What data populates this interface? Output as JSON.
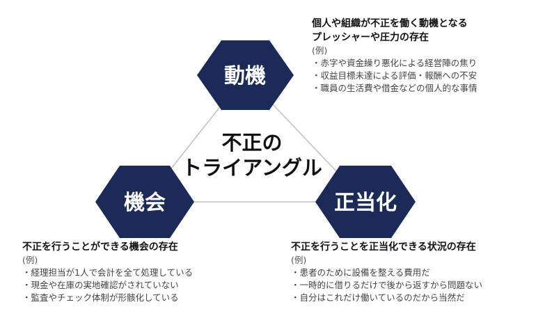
{
  "colors": {
    "hexagon_fill": "#1b2a56",
    "triangle_stroke": "#c0c0c0"
  },
  "center": {
    "line1": "不正の",
    "line2": "トライアングル"
  },
  "hexagons": {
    "motive": "動機",
    "opportunity": "機会",
    "rationalization": "正当化"
  },
  "motive_desc": {
    "title_line1": "個人や組織が不正を働く動機となる",
    "title_line2": "プレッシャーや圧力の存在",
    "example_label": "(例)",
    "items": [
      "・赤字や資金繰り悪化による経営陣の焦り",
      "・収益目標未達による評価・報酬への不安",
      "・職員の生活費や借金などの個人的な事情"
    ]
  },
  "opportunity_desc": {
    "title": "不正を行うことができる機会の存在",
    "example_label": "(例)",
    "items": [
      "・経理担当が1人で会計を全て処理している",
      "・現金や在庫の実地確認がされていない",
      "・監査やチェック体制が形骸化している"
    ]
  },
  "rationalization_desc": {
    "title": "不正を行うことを正当化できる状況の存在",
    "example_label": "(例)",
    "items": [
      "・患者のために設備を整える費用だ",
      "・一時的に借りるだけで後から返すから問題ない",
      "・自分はこれだけ働いているのだから当然だ"
    ]
  }
}
